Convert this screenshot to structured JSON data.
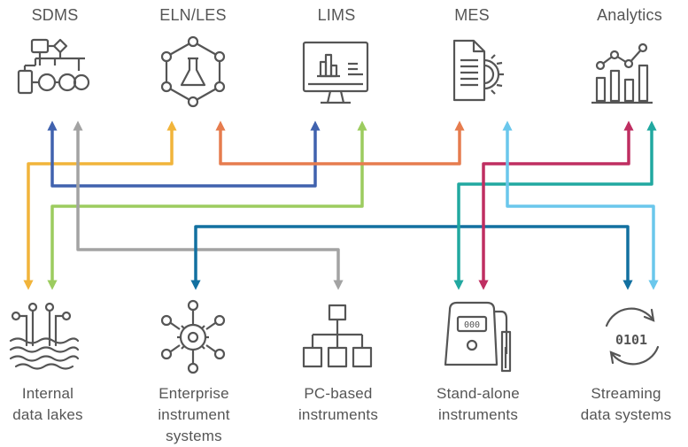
{
  "top_nodes": [
    {
      "label": "SDMS",
      "icon": "flowchart-icon"
    },
    {
      "label": "ELN/LES",
      "icon": "flask-network-icon"
    },
    {
      "label": "LIMS",
      "icon": "monitor-chart-icon"
    },
    {
      "label": "MES",
      "icon": "document-gear-icon"
    },
    {
      "label": "Analytics",
      "icon": "analytics-chart-icon"
    }
  ],
  "bottom_nodes": [
    {
      "lines": [
        "Internal",
        "data lakes"
      ],
      "icon": "data-lake-icon"
    },
    {
      "lines": [
        "Enterprise",
        "instrument",
        "systems"
      ],
      "icon": "gear-network-icon"
    },
    {
      "lines": [
        "PC-based",
        "instruments"
      ],
      "icon": "hierarchy-icon"
    },
    {
      "lines": [
        "Stand-alone",
        "instruments"
      ],
      "icon": "instrument-device-icon"
    },
    {
      "lines": [
        "Streaming",
        "data systems"
      ],
      "icon": "streaming-binary-icon"
    }
  ],
  "device_display": "000",
  "stream_digits": "0101",
  "colors": {
    "icon": "#555555",
    "text": "#555555",
    "blue": "#4062ae",
    "gray": "#a3a3a3",
    "yellow": "#f1b43a",
    "orange": "#e67c4e",
    "green": "#9ccc5f",
    "magenta": "#bf2e61",
    "teal": "#21a8a0",
    "lightblue": "#6ac7ec",
    "darkblue": "#1270a0"
  },
  "connections": [
    {
      "name": "internal-lakes-to-eln",
      "color": "yellow",
      "from": "Internal data lakes",
      "to": "ELN/LES"
    },
    {
      "name": "internal-lakes-to-lims",
      "color": "green",
      "from": "Internal data lakes",
      "to": "LIMS"
    },
    {
      "name": "sdms-to-lims",
      "color": "blue",
      "from": "SDMS",
      "to": "LIMS"
    },
    {
      "name": "sdms-to-pc-based",
      "color": "gray",
      "from": "SDMS",
      "to": "PC-based instruments"
    },
    {
      "name": "eln-to-mes",
      "color": "orange",
      "from": "ELN/LES",
      "to": "MES"
    },
    {
      "name": "enterprise-to-streaming",
      "color": "darkblue",
      "from": "Enterprise instrument systems",
      "to": "Streaming data systems"
    },
    {
      "name": "standalone-to-analytics-teal",
      "color": "teal",
      "from": "Stand-alone instruments",
      "to": "Analytics"
    },
    {
      "name": "standalone-to-analytics-magenta",
      "color": "magenta",
      "from": "Stand-alone instruments",
      "to": "Analytics"
    },
    {
      "name": "mes-to-streaming",
      "color": "lightblue",
      "from": "MES",
      "to": "Streaming data systems"
    }
  ]
}
